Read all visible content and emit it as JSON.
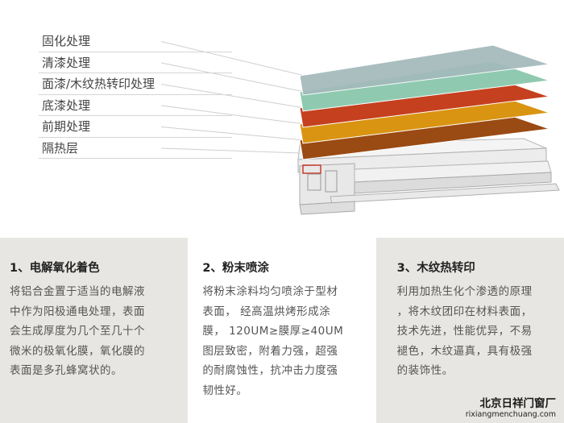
{
  "layers": [
    {
      "label": "固化处理",
      "color": "#a3b9bb"
    },
    {
      "label": "清漆处理",
      "color": "#8fcab0"
    },
    {
      "label": "面漆/木纹热转印处理",
      "color": "#c5401e"
    },
    {
      "label": "底漆处理",
      "color": "#d99412"
    },
    {
      "label": "前期处理",
      "color": "#9a4a13"
    },
    {
      "label": "隔热层",
      "color": "#e4e4e4"
    }
  ],
  "panels": [
    {
      "title": "1、电解氧化着色",
      "lines": [
        "将铝合金置于适当的电解液",
        "中作为阳极通电处理，表面",
        "会生成厚度为几个至几十个",
        "微米的极氧化膜，氧化膜的",
        "表面是多孔蜂窝状的。"
      ]
    },
    {
      "title": "2、粉末喷涂",
      "lines": [
        "将粉末涂料均匀喷涂于型材",
        "表面， 经高温烘烤形成涂",
        "膜， 120UM≥膜厚≥40UM",
        "图层致密，附着力强，超强",
        "的耐腐蚀性，抗冲击力度强",
        "韧性好。"
      ]
    },
    {
      "title": "3、木纹热转印",
      "lines": [
        "利用加热生化个渗透的原理",
        "，将木纹团印在材料表面，",
        "技术先进，性能优异，不易",
        "褪色，木纹逼真，具有极强",
        "的装饰性。"
      ]
    }
  ],
  "watermark": {
    "title": "北京日祥门窗厂",
    "url": "rixiangmenchuang.com"
  }
}
